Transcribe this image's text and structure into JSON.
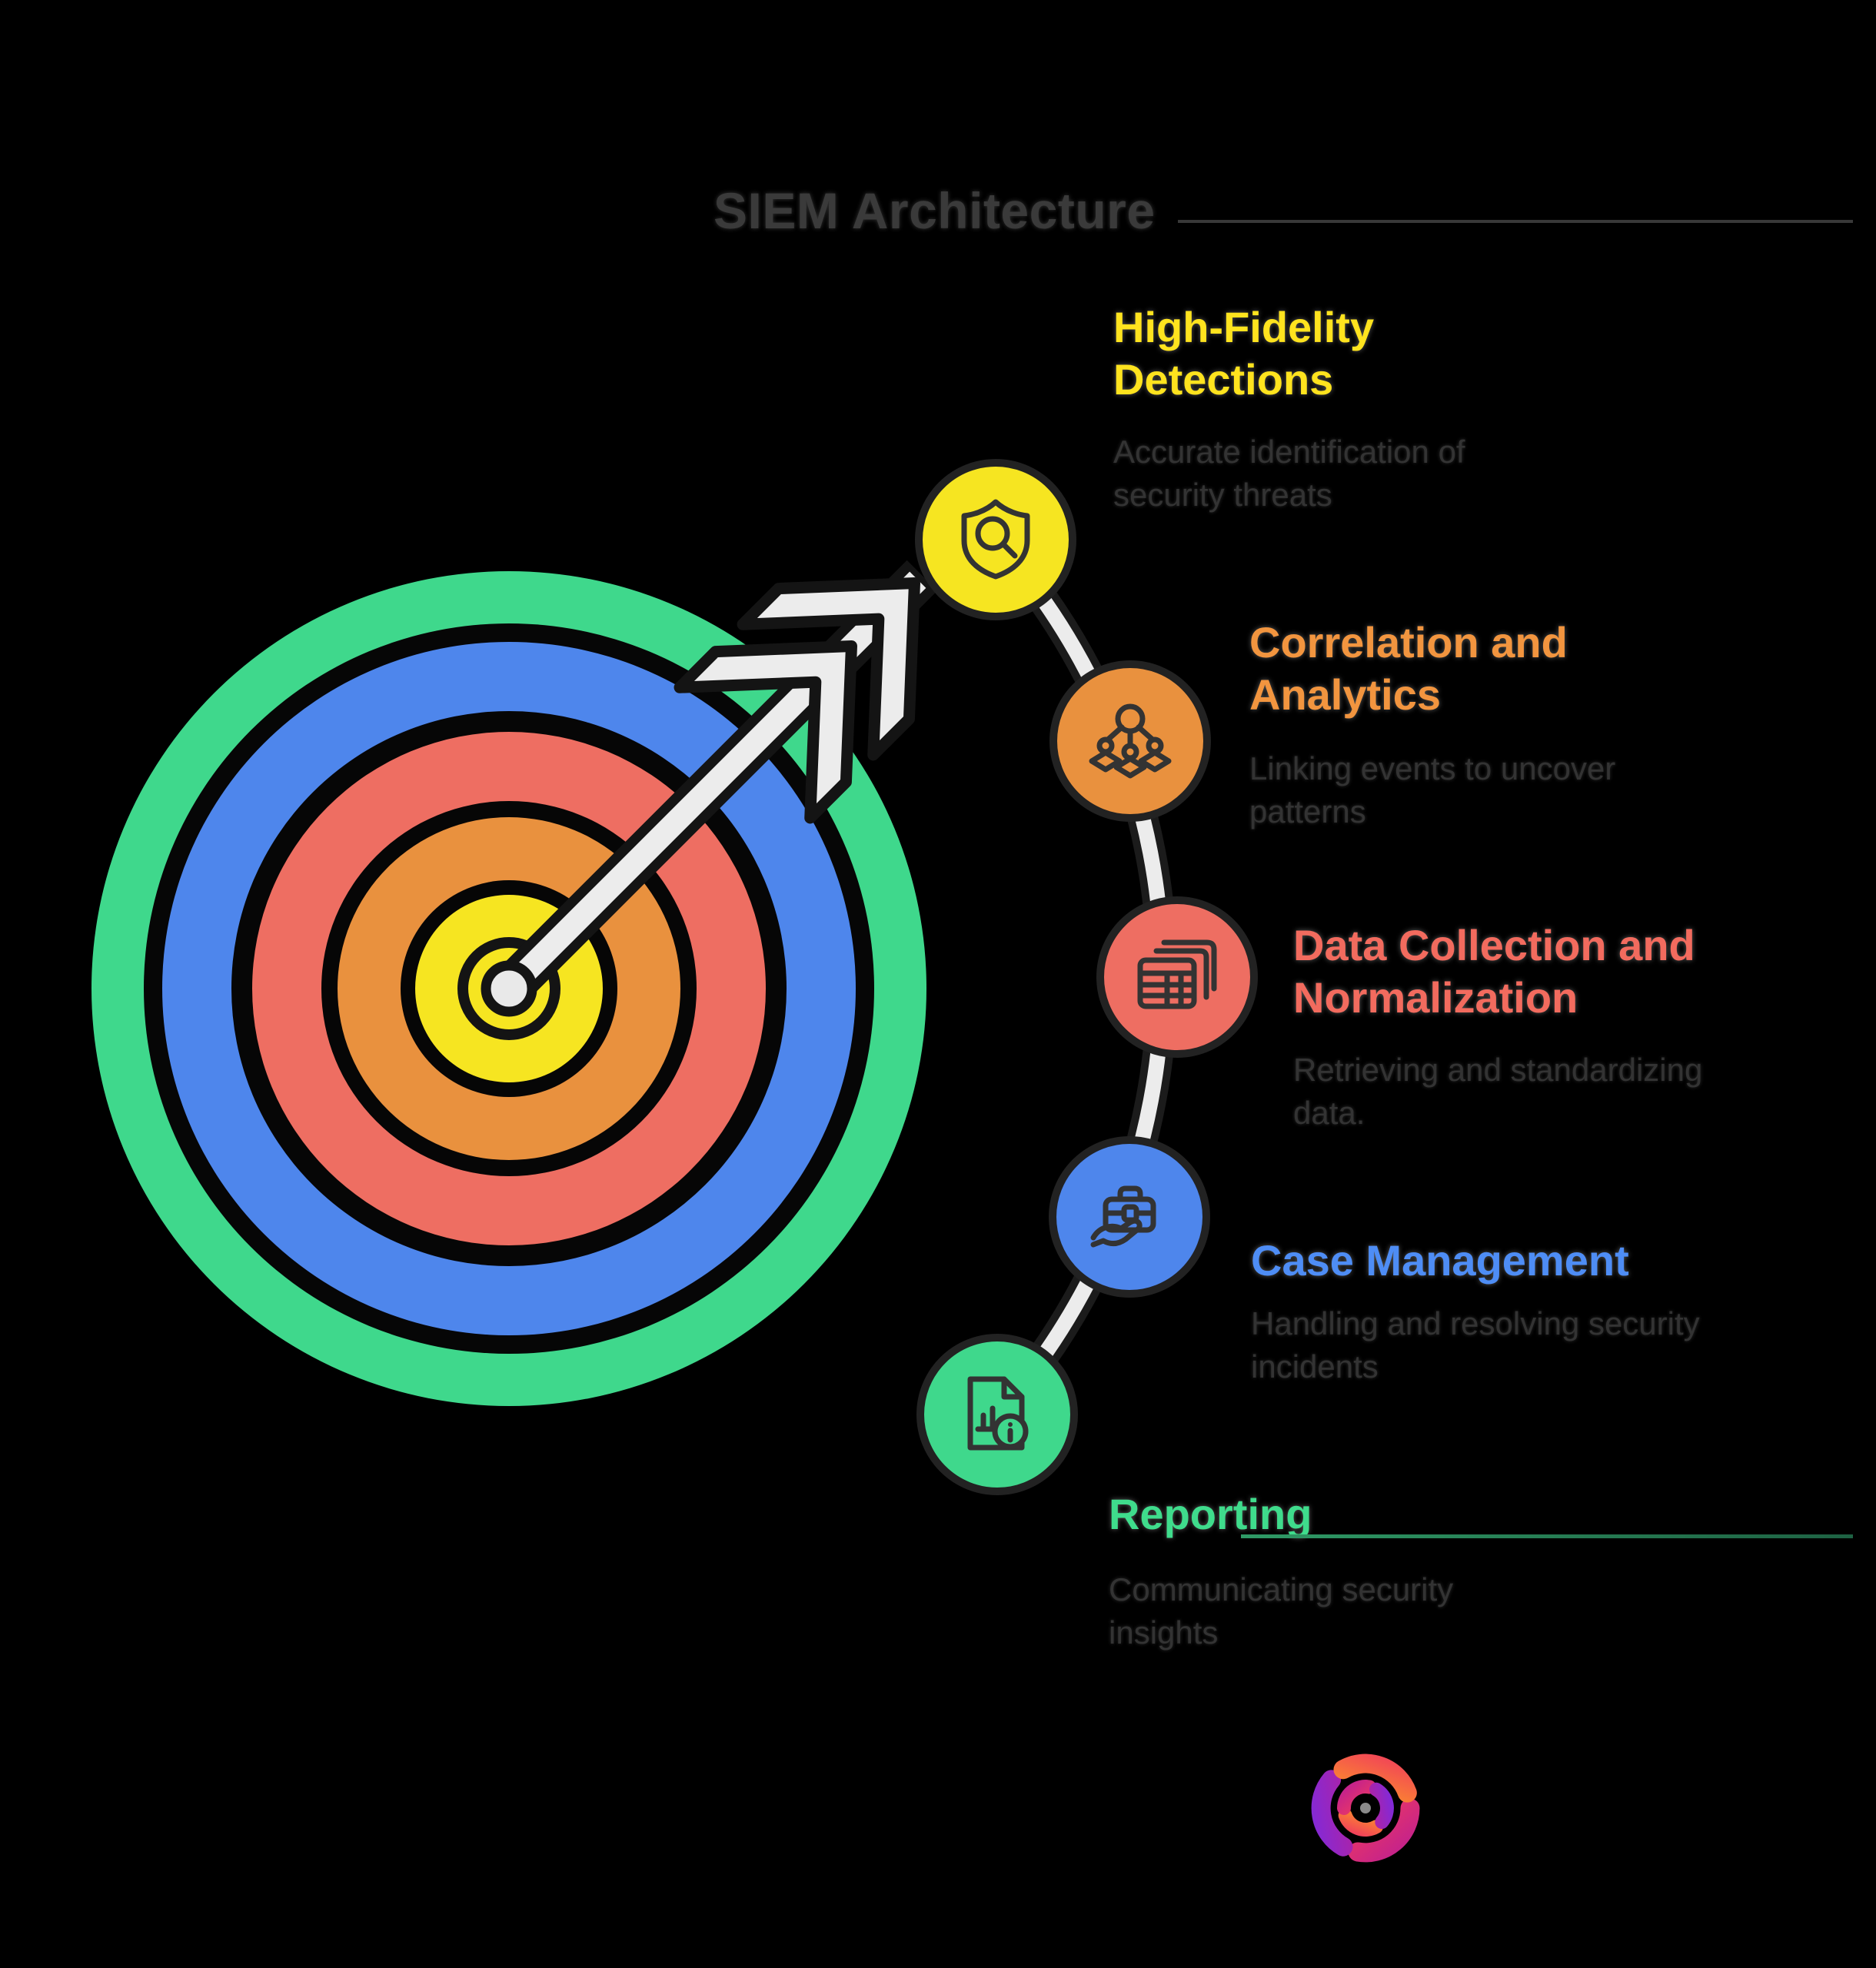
{
  "title": {
    "text": "SIEM Architecture"
  },
  "steps": [
    {
      "label": "High-Fidelity Detections",
      "description": "Accurate identification of security threats",
      "color": "#FFE31E",
      "circle_color": "#F6E521",
      "icon": "shield-search-icon"
    },
    {
      "label": "Correlation and Analytics",
      "description": "Linking events to uncover patterns",
      "color": "#F2953F",
      "circle_color": "#E9913E",
      "icon": "org-network-icon"
    },
    {
      "label": "Data Collection and Normalization",
      "description": "Retrieving and standardizing data.",
      "color": "#F26B5E",
      "circle_color": "#EE6E62",
      "icon": "data-tables-icon"
    },
    {
      "label": "Case Management",
      "description": "Handling and resolving security incidents",
      "color": "#4E8DF5",
      "circle_color": "#4E86EC",
      "icon": "briefcase-hand-icon"
    },
    {
      "label": "Reporting",
      "description": "Communicating security insights",
      "color": "#3FDC8C",
      "circle_color": "#3FD88C",
      "icon": "report-info-icon"
    }
  ],
  "target": {
    "ring_colors": [
      "#3FD88C",
      "#4E86EC",
      "#EE6E62",
      "#E9913E",
      "#F6E521"
    ],
    "arrow_color": "#ECECEC"
  },
  "logo": {
    "name": "brand-swirl-logo",
    "colors": [
      "#FFA21F",
      "#F03A5E",
      "#C02090",
      "#7B2BE0"
    ]
  }
}
